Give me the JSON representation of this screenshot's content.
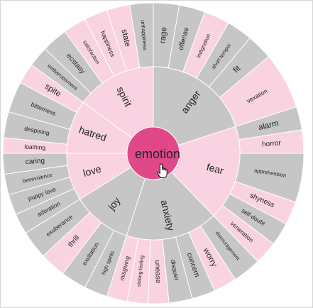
{
  "center": {
    "label": "emotion",
    "color": "#e0488a"
  },
  "colors": {
    "pink": "#f9d3e1",
    "grey": "#c6c6c6",
    "stroke": "#ffffff"
  },
  "inner": [
    {
      "label": "anger",
      "start": 0,
      "end": 72,
      "tone": "grey"
    },
    {
      "label": "fear",
      "start": 72,
      "end": 136,
      "tone": "pink"
    },
    {
      "label": "anxiety",
      "start": 136,
      "end": 198,
      "tone": "grey"
    },
    {
      "label": "joy",
      "start": 198,
      "end": 238,
      "tone": "grey"
    },
    {
      "label": "love",
      "start": 238,
      "end": 270,
      "tone": "pink"
    },
    {
      "label": "hatred",
      "start": 270,
      "end": 306,
      "tone": "pink"
    },
    {
      "label": "spirit",
      "start": 306,
      "end": 360,
      "tone": "pink"
    }
  ],
  "outer": [
    {
      "label": "rage",
      "start": 0,
      "end": 10,
      "tone": "grey"
    },
    {
      "label": "offense",
      "start": 10,
      "end": 20,
      "tone": "grey"
    },
    {
      "label": "indignation",
      "start": 20,
      "end": 30,
      "tone": "pink"
    },
    {
      "label": "short temper",
      "start": 30,
      "end": 40,
      "tone": "grey"
    },
    {
      "label": "fit",
      "start": 40,
      "end": 50,
      "tone": "grey"
    },
    {
      "label": "vexation",
      "start": 50,
      "end": 72,
      "tone": "pink"
    },
    {
      "label": "alarm",
      "start": 72,
      "end": 81,
      "tone": "grey"
    },
    {
      "label": "horror",
      "start": 81,
      "end": 90,
      "tone": "pink"
    },
    {
      "label": "apprehension",
      "start": 90,
      "end": 109,
      "tone": "grey"
    },
    {
      "label": "shyness",
      "start": 109,
      "end": 118,
      "tone": "pink"
    },
    {
      "label": "self-doubt",
      "start": 118,
      "end": 127,
      "tone": "grey"
    },
    {
      "label": "veneration",
      "start": 127,
      "end": 136,
      "tone": "pink"
    },
    {
      "label": "discouragement",
      "start": 136,
      "end": 147,
      "tone": "grey"
    },
    {
      "label": "worry",
      "start": 147,
      "end": 156,
      "tone": "pink"
    },
    {
      "label": "concern",
      "start": 156,
      "end": 165,
      "tone": "grey"
    },
    {
      "label": "disquiet",
      "start": 165,
      "end": 174,
      "tone": "grey"
    },
    {
      "label": "unease",
      "start": 174,
      "end": 182,
      "tone": "pink"
    },
    {
      "label": "sinking feeling",
      "start": 182,
      "end": 190,
      "tone": "pink"
    },
    {
      "label": "misgiving",
      "start": 190,
      "end": 198,
      "tone": "pink"
    },
    {
      "label": "high spirits",
      "start": 198,
      "end": 207,
      "tone": "grey"
    },
    {
      "label": "exultation",
      "start": 207,
      "end": 217,
      "tone": "grey"
    },
    {
      "label": "thrill",
      "start": 217,
      "end": 227,
      "tone": "pink"
    },
    {
      "label": "exuberance",
      "start": 227,
      "end": 238,
      "tone": "grey"
    },
    {
      "label": "adoration",
      "start": 238,
      "end": 246,
      "tone": "grey"
    },
    {
      "label": "puppy love",
      "start": 246,
      "end": 254,
      "tone": "grey"
    },
    {
      "label": "benevolence",
      "start": 254,
      "end": 262,
      "tone": "grey"
    },
    {
      "label": "caring",
      "start": 262,
      "end": 270,
      "tone": "grey"
    },
    {
      "label": "loathing",
      "start": 270,
      "end": 276,
      "tone": "pink"
    },
    {
      "label": "despising",
      "start": 276,
      "end": 286,
      "tone": "grey"
    },
    {
      "label": "bitterness",
      "start": 286,
      "end": 298,
      "tone": "grey"
    },
    {
      "label": "spite",
      "start": 298,
      "end": 306,
      "tone": "pink"
    },
    {
      "label": "embarrassment",
      "start": 306,
      "end": 314,
      "tone": "grey"
    },
    {
      "label": "ecstasy",
      "start": 314,
      "end": 324,
      "tone": "grey"
    },
    {
      "label": "satisfaction",
      "start": 324,
      "end": 333,
      "tone": "pink"
    },
    {
      "label": "happiness",
      "start": 333,
      "end": 342,
      "tone": "pink"
    },
    {
      "label": "state",
      "start": 342,
      "end": 351,
      "tone": "pink"
    },
    {
      "label": "unhappiness",
      "start": 351,
      "end": 360,
      "tone": "grey"
    }
  ]
}
